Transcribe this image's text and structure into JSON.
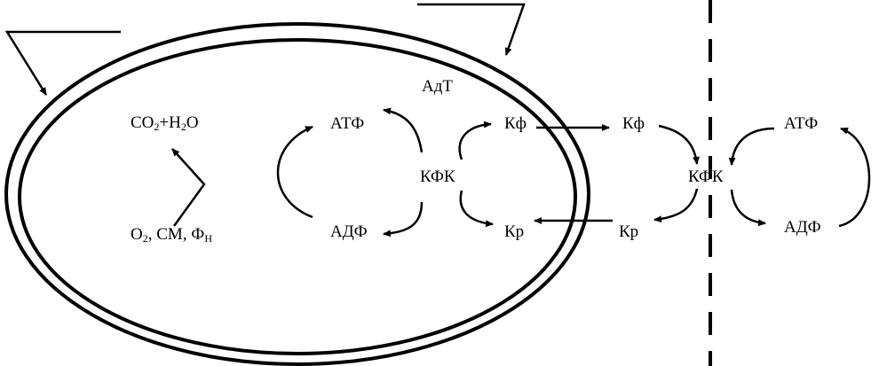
{
  "diagram": {
    "labels": {
      "adt": "АдТ",
      "co2": "CO",
      "co2_sub": "2",
      "h2o_plus": "+H",
      "h2o_sub": "2",
      "h2o_o": "O",
      "o2": "O",
      "o2_sub": "2",
      "substrates": ", СМ, Ф",
      "substrates_sub": "Н",
      "atf_mito": "АТФ",
      "adf_mito": "АДФ",
      "kfk_mito": "КФК",
      "kf_in": "Кф",
      "kr_in": "Кр",
      "kf_cyto": "Кф",
      "kr_cyto": "Кр",
      "kfk_cyto": "КФК",
      "atf_cyto": "АТФ",
      "adf_cyto": "АДФ"
    }
  }
}
